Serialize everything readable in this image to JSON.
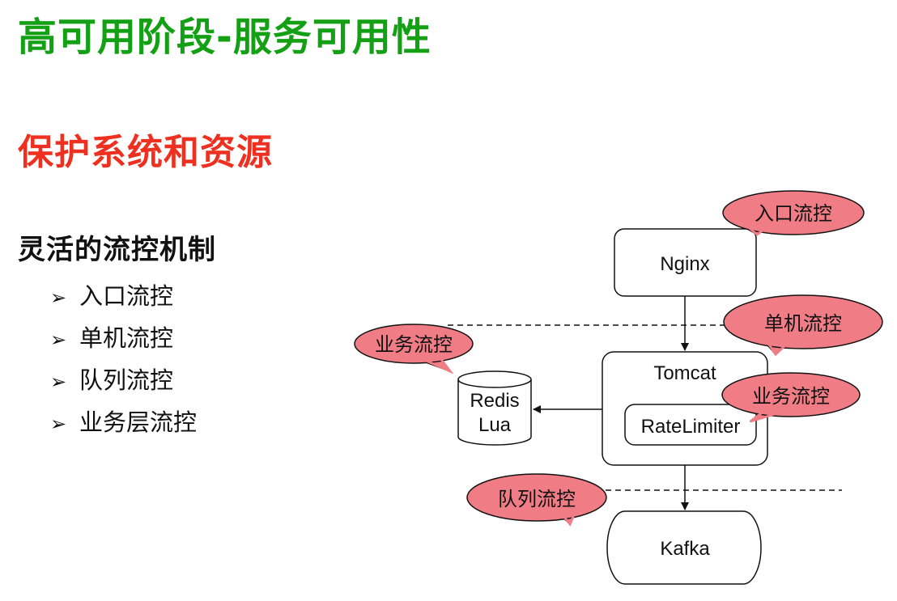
{
  "title": "高可用阶段-服务可用性",
  "subtitle": "保护系统和资源",
  "heading": "灵活的流控机制",
  "bullets": [
    {
      "marker": "➢",
      "text": "入口流控"
    },
    {
      "marker": "➢",
      "text": "单机流控"
    },
    {
      "marker": "➢",
      "text": "队列流控"
    },
    {
      "marker": "➢",
      "text": "业务层流控"
    }
  ],
  "diagram": {
    "nodes": {
      "nginx": "Nginx",
      "tomcat": "Tomcat",
      "ratelimiter": "RateLimiter",
      "redis_line1": "Redis",
      "redis_line2": "Lua",
      "kafka": "Kafka"
    },
    "callouts": {
      "entry": "入口流控",
      "single": "单机流控",
      "business_left": "业务流控",
      "business_right": "业务流控",
      "queue": "队列流控"
    }
  },
  "colors": {
    "title": "#14a014",
    "subtitle": "#ee3020",
    "callout_fill": "#f07c86",
    "stroke": "#111111"
  }
}
